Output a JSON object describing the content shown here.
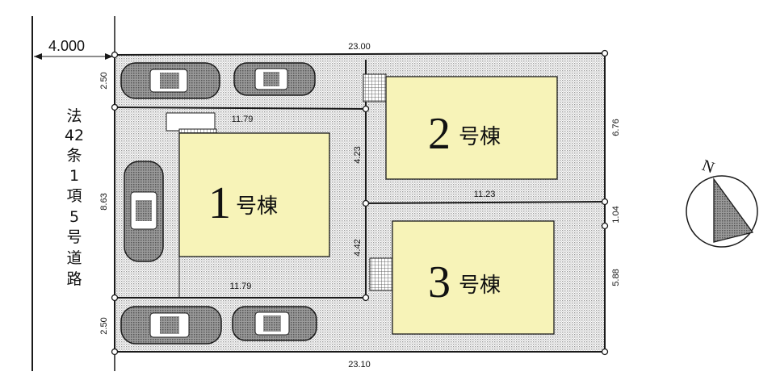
{
  "road": {
    "width": "4.000",
    "label_chars": [
      "法",
      "42",
      "条",
      "1",
      "項",
      "5",
      "号",
      "道",
      "路"
    ]
  },
  "dimensions": {
    "top": "23.00",
    "bottom": "23.10",
    "left_top": "2.50",
    "left_mid": "8.63",
    "left_bottom": "2.50",
    "lot1_top": "11.79",
    "lot1_bottom": "11.79",
    "lot1_right_upper": "4.23",
    "lot1_right_lower": "4.42",
    "lot2_3_split": "11.23",
    "right_top": "6.76",
    "right_mid": "1.04",
    "right_bottom": "5.88"
  },
  "buildings": [
    {
      "number": "1",
      "suffix": "号棟"
    },
    {
      "number": "2",
      "suffix": "号棟"
    },
    {
      "number": "3",
      "suffix": "号棟"
    }
  ],
  "compass": {
    "label": "N"
  },
  "colors": {
    "building_fill": "#f7f3b8",
    "lot_fill": "#dcdcdc",
    "line": "#1a1a1a"
  }
}
